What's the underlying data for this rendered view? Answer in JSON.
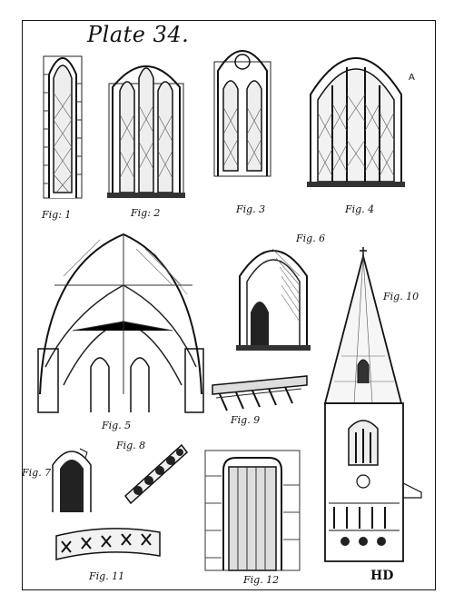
{
  "plate": {
    "title": "Plate 34."
  },
  "figures": [
    {
      "caption": "Fig: 1"
    },
    {
      "caption": "Fig: 2"
    },
    {
      "caption": "Fig. 3"
    },
    {
      "caption": "Fig. 4"
    },
    {
      "caption": "Fig. 5"
    },
    {
      "caption": "Fig. 6"
    },
    {
      "caption": "Fig. 7"
    },
    {
      "caption": "Fig. 8"
    },
    {
      "caption": "Fig. 9"
    },
    {
      "caption": "Fig. 10"
    },
    {
      "caption": "Fig. 11"
    },
    {
      "caption": "Fig. 12"
    }
  ],
  "fig4_label": "A",
  "monogram": "HD"
}
